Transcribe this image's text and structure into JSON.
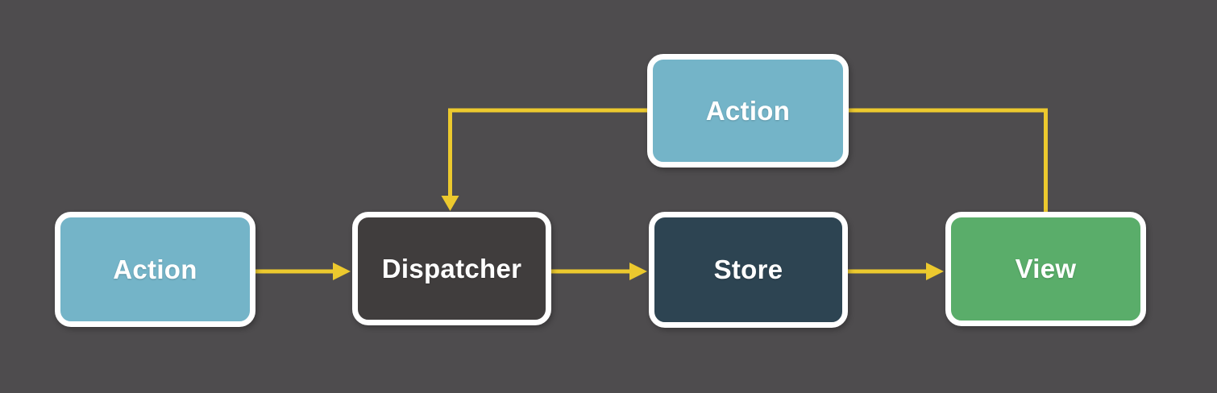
{
  "diagram": {
    "type": "flowchart",
    "subject": "Flux unidirectional data flow",
    "background_color": "#4e4c4e",
    "arrow_color": "#ecc92e",
    "border_color": "#ffffff",
    "text_color": "#ffffff",
    "nodes": {
      "action_top": {
        "label": "Action",
        "color": "#74b4c8"
      },
      "action_left": {
        "label": "Action",
        "color": "#74b4c8"
      },
      "dispatcher": {
        "label": "Dispatcher",
        "color": "#403d3d"
      },
      "store": {
        "label": "Store",
        "color": "#2d4452"
      },
      "view": {
        "label": "View",
        "color": "#5aad6a"
      }
    },
    "edges": [
      {
        "from": "action_left",
        "to": "dispatcher",
        "arrowhead": "right"
      },
      {
        "from": "dispatcher",
        "to": "store",
        "arrowhead": "right"
      },
      {
        "from": "store",
        "to": "view",
        "arrowhead": "right"
      },
      {
        "from": "view",
        "to": "action_top",
        "arrowhead": "none"
      },
      {
        "from": "action_top",
        "to": "dispatcher",
        "arrowhead": "down"
      }
    ]
  }
}
